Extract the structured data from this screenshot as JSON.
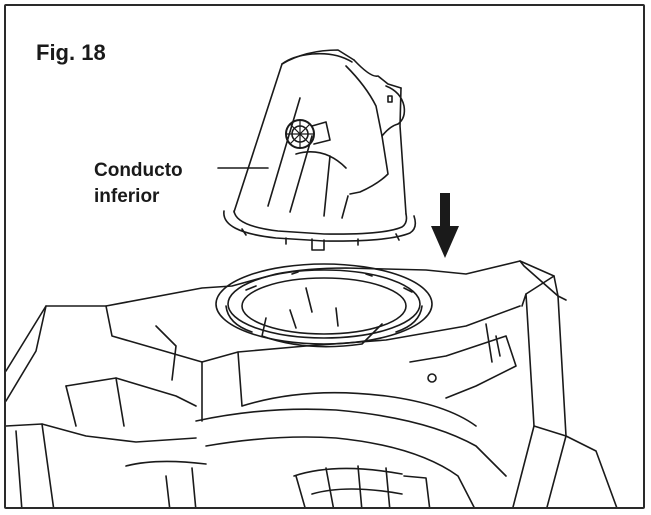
{
  "figure": {
    "label": "Fig. 18",
    "callout": {
      "line1": "Conducto",
      "line2": "inferior"
    },
    "colors": {
      "line": "#1a1a1a",
      "frame": "#2a2a2a",
      "arrow": "#1a1a1a",
      "background": "#ffffff"
    },
    "icons": [
      "down-arrow-icon"
    ]
  }
}
